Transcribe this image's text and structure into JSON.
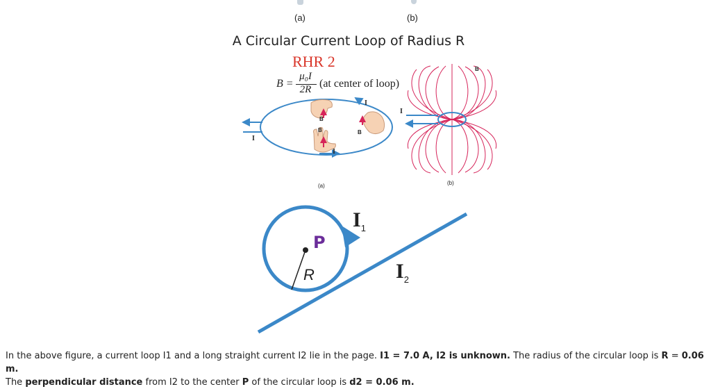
{
  "header": {
    "label_a": "(a)",
    "label_b": "(b)"
  },
  "title": "A Circular Current Loop of Radius R",
  "rhr": "RHR 2",
  "formula": {
    "lhs": "B =",
    "numerator": "μ₀I",
    "denominator": "2R",
    "note": "(at center of loop)"
  },
  "fig_loop": {
    "current_label": "I",
    "field_label": "B",
    "sub_a": "(a)",
    "sub_b": "(b)"
  },
  "fig_problem": {
    "point": "P",
    "radius": "R",
    "i1": {
      "main": "I",
      "sub": "1"
    },
    "i2": {
      "main": "I",
      "sub": "2"
    }
  },
  "problem": {
    "line1": [
      {
        "t": "In the above figure,  a current loop I1 and a long straight current I2 lie in the page. ",
        "b": false
      },
      {
        "t": "I1 = 7.0 A, I2 is unknown.",
        "b": true
      },
      {
        "t": " The radius of the circular loop is ",
        "b": false
      },
      {
        "t": "R",
        "b": true
      },
      {
        "t": " = ",
        "b": false
      },
      {
        "t": "0.06 m.",
        "b": true
      }
    ],
    "line2": [
      {
        "t": "The ",
        "b": false
      },
      {
        "t": "perpendicular distance",
        "b": true
      },
      {
        "t": " from I2 to the center ",
        "b": false
      },
      {
        "t": "P",
        "b": true
      },
      {
        "t": " of the circular loop is ",
        "b": false
      },
      {
        "t": "d2 = 0.06 m.",
        "b": true
      }
    ]
  },
  "colors": {
    "loop_blue": "#3b88c8",
    "field_red": "#d6245a",
    "rhr_red": "#d9362a",
    "point_purple": "#6b2d9a"
  }
}
